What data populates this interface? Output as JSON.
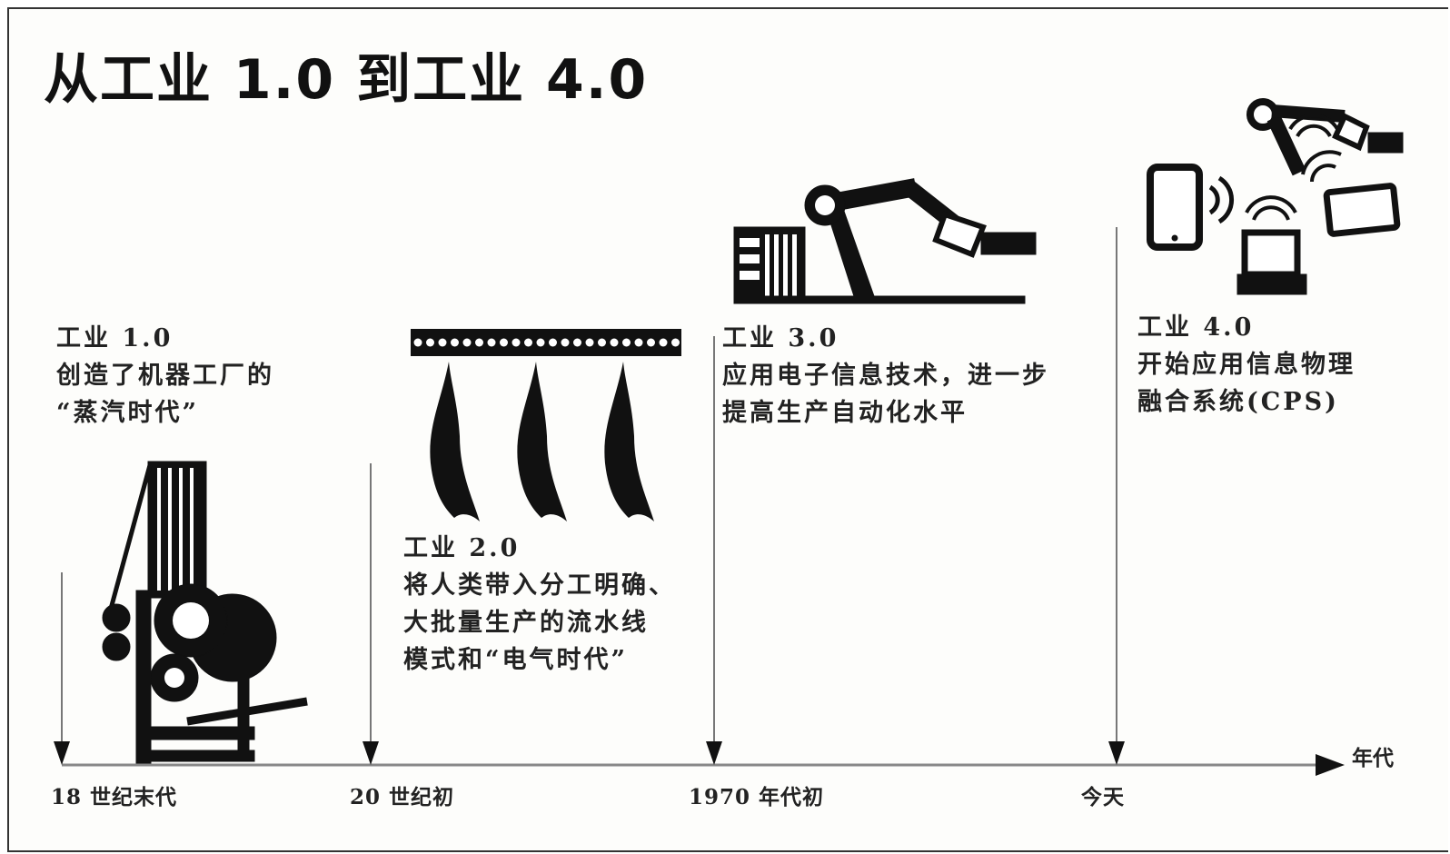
{
  "title": "从工业 1.0 到工业 4.0",
  "stages": [
    {
      "head": "工业 1.0",
      "desc": "创造了机器工厂的\n“蒸汽时代”",
      "era": "18 世纪末代",
      "icon": "steam-machine-icon"
    },
    {
      "head": "工业 2.0",
      "desc": "将人类带入分工明确、\n大批量生产的流水线\n模式和“电气时代”",
      "era": "20 世纪初",
      "icon": "assembly-line-icon"
    },
    {
      "head": "工业 3.0",
      "desc": "应用电子信息技术，进一步\n提高生产自动化水平",
      "era": "1970 年代初",
      "icon": "robot-arm-icon"
    },
    {
      "head": "工业 4.0",
      "desc": "开始应用信息物理\n融合系统(CPS)",
      "era": "今天",
      "icon": "connected-devices-icon"
    }
  ],
  "axis_label": "年代",
  "colors": {
    "ink": "#111111",
    "axis": "#666666",
    "background": "#fdfdfb"
  }
}
